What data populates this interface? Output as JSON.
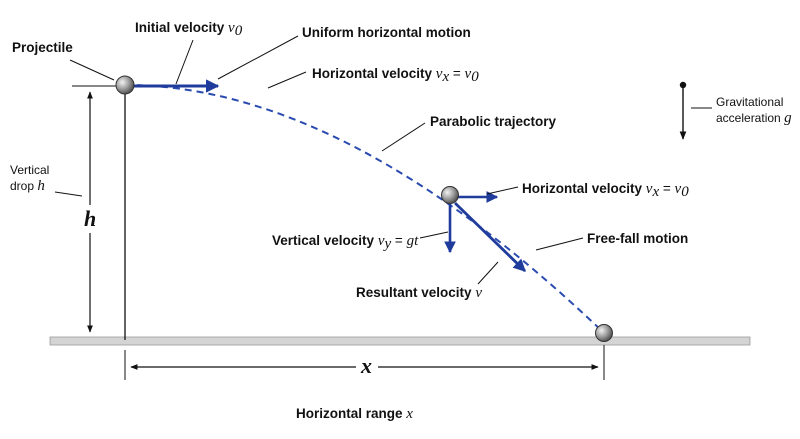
{
  "labels": {
    "projectile": "Projectile",
    "initial_velocity": "Initial velocity",
    "initial_velocity_sym": "v",
    "initial_velocity_sub": "0",
    "uniform_horizontal": "Uniform horizontal motion",
    "horizontal_velocity": "Horizontal velocity",
    "hv_lhs": "v",
    "hv_lhs_sub": "x",
    "hv_eq": " = ",
    "hv_rhs": "v",
    "hv_rhs_sub": "0",
    "parabolic_trajectory": "Parabolic trajectory",
    "gravitational": "Gravitational",
    "acceleration": "acceleration",
    "g_sym": "g",
    "vertical": "Vertical",
    "drop": "drop",
    "h_sym": "h",
    "h_big": "h",
    "vertical_velocity": "Vertical velocity",
    "vv_lhs": "v",
    "vv_lhs_sub": "y",
    "vv_eq": " = ",
    "vv_rhs": "gt",
    "free_fall": "Free-fall motion",
    "resultant_velocity": "Resultant velocity",
    "resultant_sym": "v",
    "x_big": "x",
    "horizontal_range": "Horizontal range",
    "range_sym": "x"
  },
  "colors": {
    "arrow": "#1f3c9c",
    "trajectory": "#2a4bb0",
    "ground": "#cfcfcf",
    "ink": "#111111"
  }
}
